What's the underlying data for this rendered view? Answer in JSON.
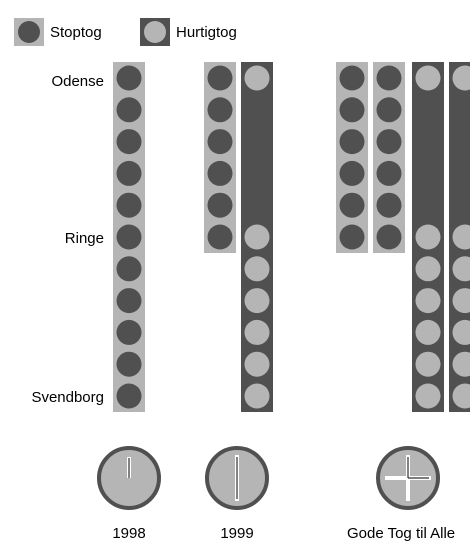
{
  "colors": {
    "stop_band": "#b5b5b5",
    "express_band": "#505050",
    "stop_dot": "#505050",
    "express_dot": "#b5b5b5",
    "clock_face": "#b5b5b5",
    "clock_rim": "#505050",
    "clock_hand": "#ffffff"
  },
  "legend": {
    "stop_label": "Stoptog",
    "express_label": "Hurtigtog"
  },
  "stations": {
    "top": "Odense",
    "middle": "Ringe",
    "bottom": "Svendborg"
  },
  "scenarios": [
    {
      "label": "1998",
      "icon": "clock-icon"
    },
    {
      "label": "1999",
      "icon": "clock-icon"
    },
    {
      "label": "Gode Tog til Alle",
      "icon": "clock-icon"
    }
  ]
}
